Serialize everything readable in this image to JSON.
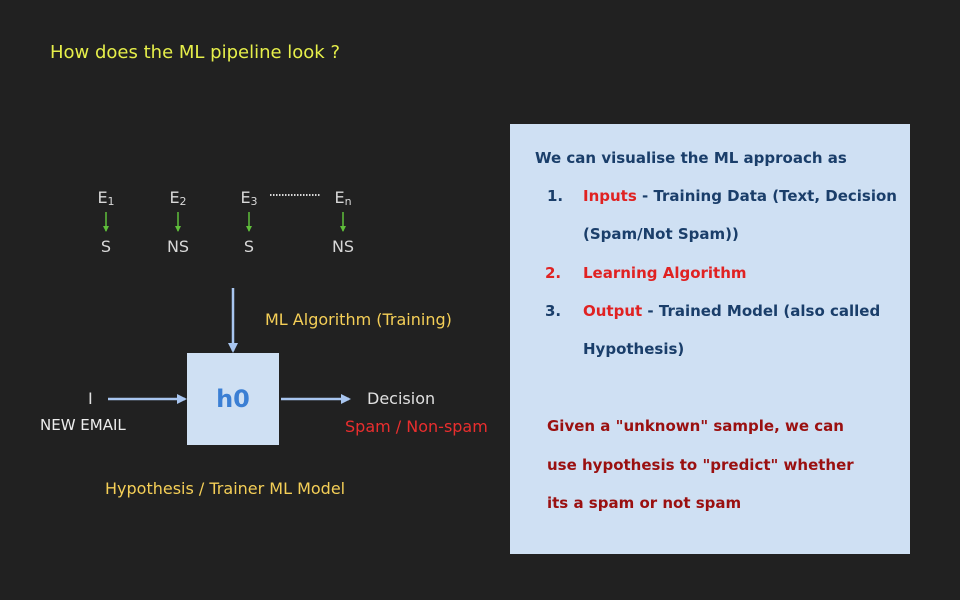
{
  "title": "How does the ML pipeline look ?",
  "examples": [
    {
      "base": "E",
      "sub": "1",
      "label": "S"
    },
    {
      "base": "E",
      "sub": "2",
      "label": "NS"
    },
    {
      "base": "E",
      "sub": "3",
      "label": "S"
    },
    {
      "base": "E",
      "sub": "n",
      "label": "NS"
    }
  ],
  "ml_algorithm_label": "ML Algorithm (Training)",
  "model_box_label": "h0",
  "input_label": "I",
  "new_email_label": "NEW EMAIL",
  "decision_label": "Decision",
  "decision_values": "Spam / Non-spam",
  "hypothesis_label": "Hypothesis / Trainer ML Model",
  "panel": {
    "intro": "We can visualise the ML approach as",
    "items": [
      {
        "num": "1.",
        "key": "Inputs",
        "rest": " - Training Data (Text, Decision",
        "cont": "(Spam/Not Spam))"
      },
      {
        "num": "2.",
        "key": "Learning Algorithm",
        "rest": "",
        "cont": ""
      },
      {
        "num": "3.",
        "key": "Output",
        "rest": " - Trained Model (also called",
        "cont": "Hypothesis)"
      }
    ],
    "note_lines": [
      "Given a \"unknown\" sample, we can",
      "use hypothesis to \"predict\" whether",
      "its a spam or not spam"
    ]
  },
  "colors": {
    "background": "#212121",
    "title": "#e6ef4a",
    "yellow_label": "#f5cf57",
    "arrow_blue": "#a9c6f0",
    "small_arrow_green": "#5fbf3a",
    "panel_bg": "#cfe0f3",
    "panel_navy": "#1a3e6a",
    "panel_red": "#e02222",
    "panel_dark_red": "#9a1010"
  }
}
